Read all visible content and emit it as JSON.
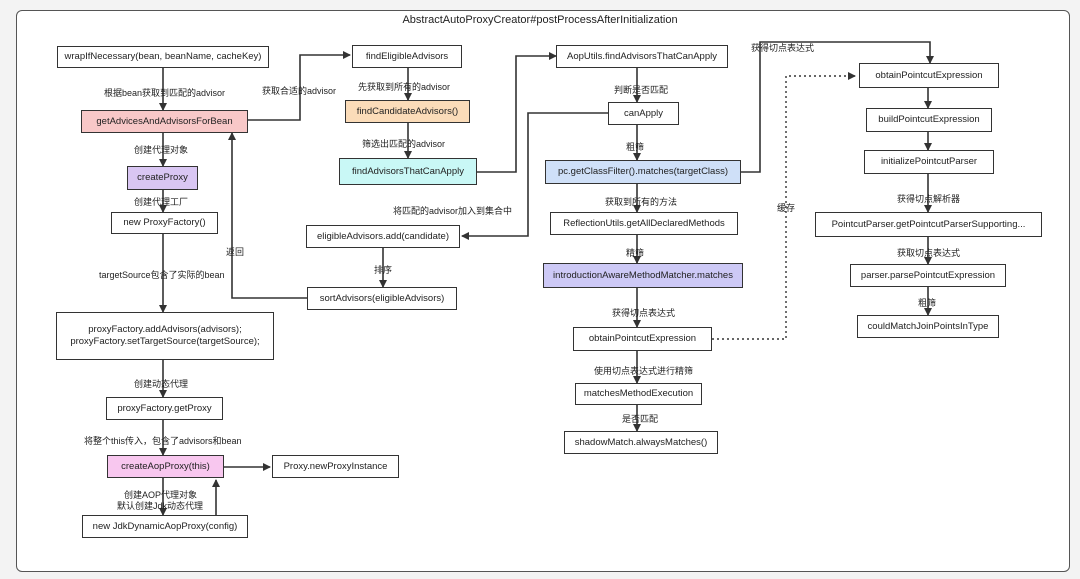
{
  "title": "AbstractAutoProxyCreator#postProcessAfterInitialization",
  "boxes": {
    "wrapIfNecessary": "wrapIfNecessary(bean, beanName, cacheKey)",
    "getAdvicesAndAdvisorsForBean": "getAdvicesAndAdvisorsForBean",
    "createProxy": "createProxy",
    "newProxyFactory": "new ProxyFactory()",
    "proxyFactoryAdd_line1": "proxyFactory.addAdvisors(advisors);",
    "proxyFactoryAdd_line2": "proxyFactory.setTargetSource(targetSource);",
    "proxyFactoryGetProxy": "proxyFactory.getProxy",
    "createAopProxy": "createAopProxy(this)",
    "proxyNewProxyInstance": "Proxy.newProxyInstance",
    "newJdkDynamicAopProxy": "new JdkDynamicAopProxy(config)",
    "findEligibleAdvisors": "findEligibleAdvisors",
    "findCandidateAdvisors": "findCandidateAdvisors()",
    "findAdvisorsThatCanApply": "findAdvisorsThatCanApply",
    "eligibleAdvisorsAdd": "eligibleAdvisors.add(candidate)",
    "sortAdvisors": "sortAdvisors(eligibleAdvisors)",
    "aopUtilsFind": "AopUtils.findAdvisorsThatCanApply",
    "canApply": "canApply",
    "getClassFilter": "pc.getClassFilter().matches(targetClass)",
    "reflectionUtils": "ReflectionUtils.getAllDeclaredMethods",
    "introductionMatcher": "introductionAwareMethodMatcher.matches",
    "obtainPointcutExpressionMid": "obtainPointcutExpression",
    "matchesMethodExecution": "matchesMethodExecution",
    "shadowMatch": "shadowMatch.alwaysMatches()",
    "obtainPointcutExpressionRight": "obtainPointcutExpression",
    "buildPointcutExpression": "buildPointcutExpression",
    "initializePointcutParser": "initializePointcutParser",
    "pointcutParserGet": "PointcutParser.getPointcutParserSupporting...",
    "parserParse": "parser.parsePointcutExpression",
    "couldMatch": "couldMatchJoinPointsInType"
  },
  "labels": {
    "l_matchAdvisor": "根据bean获取到匹配的advisor",
    "l_createProxyObj": "创建代理对象",
    "l_createFactory": "创建代理工厂",
    "l_targetSource": "targetSource包含了实际的bean",
    "l_createDynamic": "创建动态代理",
    "l_passThis": "将整个this传入，包含了advisors和bean",
    "l_createAop1": "创建AOP代理对象",
    "l_createAop2": "默认创建Jdk动态代理",
    "l_getSuitable": "获取合适的advisor",
    "l_firstGetAll": "先获取到所有的advisor",
    "l_filter": "筛选出匹配的advisor",
    "l_addToSet": "将匹配的advisor加入到集合中",
    "l_sort": "排序",
    "l_return": "返回",
    "l_judge": "判断是否匹配",
    "l_coarse1": "粗筛",
    "l_getAllMethods": "获取到所有的方法",
    "l_fine": "精筛",
    "l_getExpr1": "获得切点表达式",
    "l_useExpr": "使用切点表达式进行精筛",
    "l_isMatch": "是否匹配",
    "l_getExprTop": "获得切点表达式",
    "l_cache": "缓存",
    "l_getParser": "获得切点解析器",
    "l_getExpr2": "获取切点表达式",
    "l_coarse2": "粗筛"
  }
}
